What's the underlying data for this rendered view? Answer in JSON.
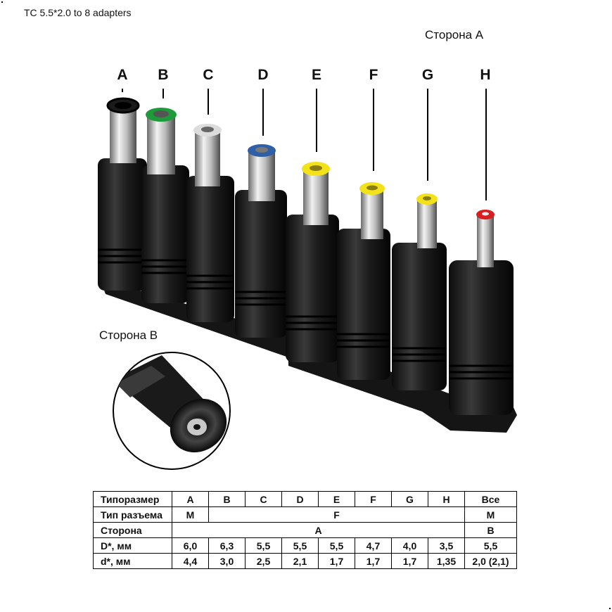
{
  "title": "TC 5.5*2.0 to 8 adapters",
  "side_a_label": "Сторона А",
  "side_b_label": "Сторона В",
  "adapter_letters": [
    "A",
    "B",
    "C",
    "D",
    "E",
    "F",
    "G",
    "H"
  ],
  "tip_colors": [
    "#1a1a1a",
    "#1f9a3a",
    "#d8d8d8",
    "#2f5fa5",
    "#f3e21a",
    "#f3e21a",
    "#f3e21a",
    "#d81f1f"
  ],
  "table": {
    "header": {
      "label": "Типоразмер",
      "cells": [
        "A",
        "B",
        "C",
        "D",
        "E",
        "F",
        "G",
        "H"
      ],
      "all": "Все"
    },
    "connector": {
      "label": "Тип разъема",
      "first": "M",
      "middle": "F",
      "all": "M"
    },
    "side": {
      "label": "Сторона",
      "middle": "A",
      "all": "B"
    },
    "outer_d": {
      "label": "D*, мм",
      "cells": [
        "6,0",
        "6,3",
        "5,5",
        "5,5",
        "5,5",
        "4,7",
        "4,0",
        "3,5"
      ],
      "all": "5,5"
    },
    "inner_d": {
      "label": "d*, мм",
      "cells": [
        "4,4",
        "3,0",
        "2,5",
        "2,1",
        "1,7",
        "1,7",
        "1,7",
        "1,35"
      ],
      "all": "2,0 (2,1)"
    }
  }
}
